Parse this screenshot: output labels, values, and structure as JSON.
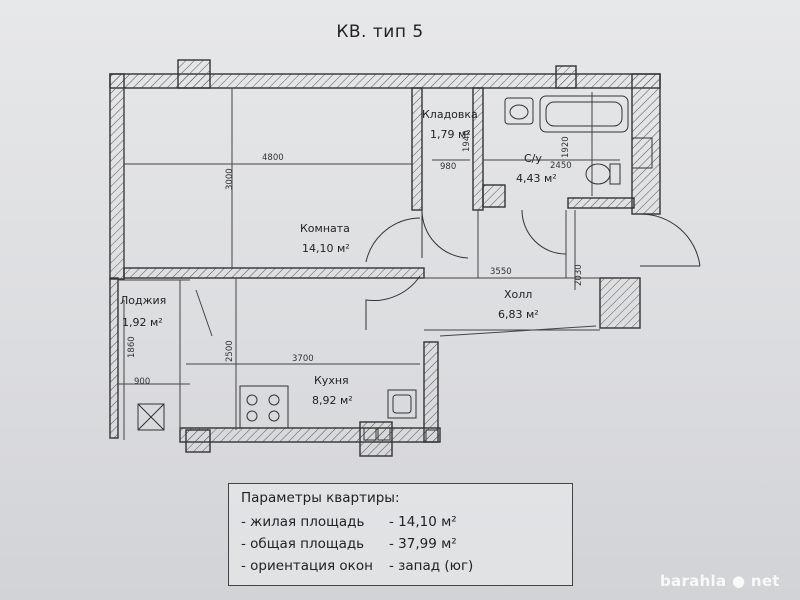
{
  "title": "КВ. тип 5",
  "rooms": [
    {
      "key": "storage",
      "name": "Кладовка",
      "area": "1,79 м²"
    },
    {
      "key": "bathroom",
      "name": "С/у",
      "area": "4,43 м²"
    },
    {
      "key": "room",
      "name": "Комната",
      "area": "14,10 м²"
    },
    {
      "key": "hall",
      "name": "Холл",
      "area": "6,83 м²"
    },
    {
      "key": "loggia",
      "name": "Лоджия",
      "area": "1,92 м²"
    },
    {
      "key": "kitchen",
      "name": "Кухня",
      "area": "8,92 м²"
    }
  ],
  "dimensions": {
    "room_width": "4800",
    "room_depth": "3000",
    "storage_width": "980",
    "storage_depth": "1940",
    "bath_width": "2450",
    "bath_depth": "1920",
    "hall_width": "3550",
    "hall_depth": "2030",
    "loggia_depth": "1860",
    "loggia_width": "900",
    "kitchen_depth": "2500",
    "kitchen_width": "3700"
  },
  "params": {
    "heading": "Параметры квартиры:",
    "rows": [
      {
        "label": "- жилая площадь",
        "value": "- 14,10 м²"
      },
      {
        "label": "- общая площадь",
        "value": "- 37,99 м²"
      },
      {
        "label": "- ориентация окон",
        "value": "- запад (юг)"
      }
    ]
  },
  "watermark": "barahla ● net"
}
